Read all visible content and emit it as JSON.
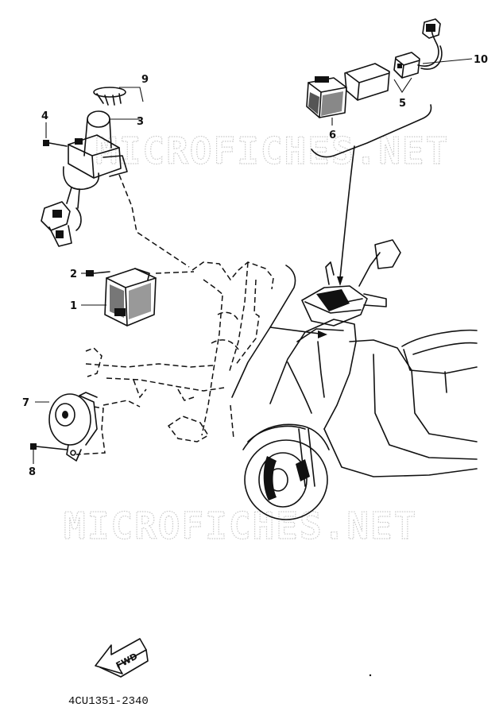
{
  "watermark": {
    "top": "MICROFICHES.NET",
    "bottom": "MICROFICHES.NET"
  },
  "callouts": {
    "c1": "1",
    "c2": "2",
    "c3": "3",
    "c4": "4",
    "c5": "5",
    "c6": "6",
    "c7": "7",
    "c8": "8",
    "c9": "9",
    "c10": "10"
  },
  "fwd_label": "FWD",
  "reference_number": "4CU1351-2340"
}
